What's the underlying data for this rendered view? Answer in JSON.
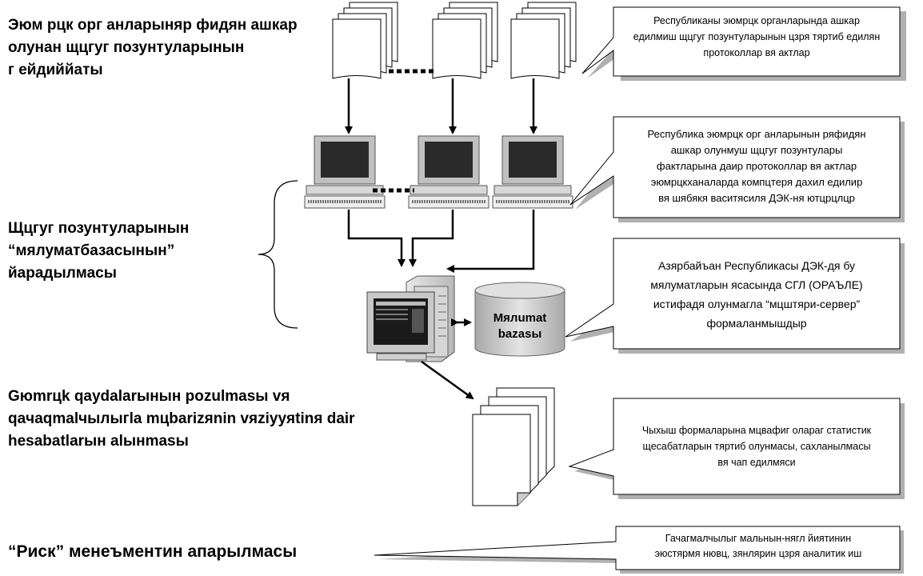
{
  "left_labels": {
    "block1": [
      "Эюм рцк орг анларыняр фидян ашкар",
      "олунан щцгуг позунтуларынын",
      "г ейдиййаты"
    ],
    "block2": [
      "Щцгуг позунтуларынын",
      "“мялуматбазасынын”",
      "йарадылмасы"
    ],
    "block3": [
      "Gюmrцk qaydalarынын pozulmasы vя",
      "qaчaqmalчылыгla mцbarizяnin vяziyyяtinя dair",
      "hesabatlarын alынmasы"
    ],
    "block4": "“Риск” менеъментин апарылмасы"
  },
  "database_label": [
    "Mялumat",
    "bazasы"
  ],
  "callouts": {
    "c1": [
      "Республиканы эюмрцк органларында ашкар",
      "едилмиш щцгуг позунтуларынын цзря тяртиб едилян",
      "протоколлар вя актлар"
    ],
    "c2": [
      "Республика эюмрцк орг анларынын ряфидян",
      "ашкар олунмуш щцгуг позунтулары",
      "фактларына даир протоколлар вя актлар",
      "эюмрцкханаларда компцтеря дахил едилир",
      "вя шябякя васитясиля ДЭК-ня ютцрцлцр"
    ],
    "c3": [
      "Азярбайъан Республикасы ДЭК-дя бу",
      "мялуматларын ясасында СГЛ (ОРАЪЛЕ)",
      "истифадя олунмагла “мцштяри-сервер”",
      "формаланмышдыр"
    ],
    "c4": [
      "Чыхыш формаларына мцвафиг олараг статистик",
      "щесабатларын тяртиб олунмасы, сахланылмасы",
      "вя чап едилмяси"
    ],
    "c5": [
      "Гачагмалчылыг мальнын-нягл йиятинин",
      "эюстярмя нювц, зянлярин цзря аналитик иш"
    ]
  }
}
